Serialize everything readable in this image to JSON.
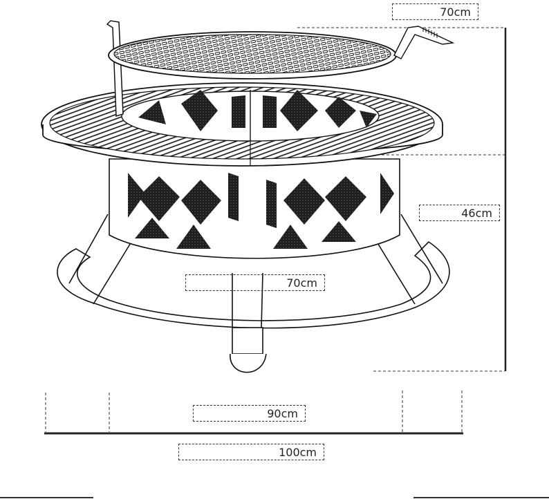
{
  "diagram": {
    "subject": "fire pit with cooking grate",
    "dimensions": {
      "grate_diameter": "70cm",
      "height": "46cm",
      "bowl_diameter": "70cm",
      "table_diameter": "90cm",
      "overall_width": "100cm"
    },
    "colors": {
      "line": "#111111",
      "mesh": "#2a2a2a",
      "dashed": "#333333",
      "background": "#ffffff"
    }
  }
}
